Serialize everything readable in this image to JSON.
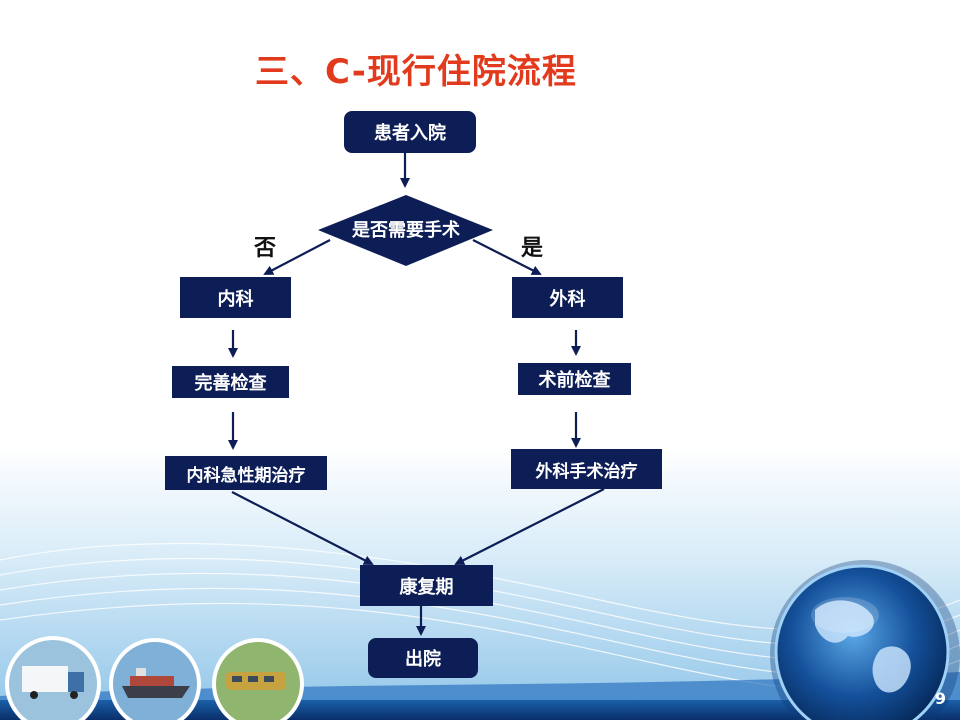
{
  "slide": {
    "title": "三、C-现行住院流程",
    "page_number": "9"
  },
  "flowchart": {
    "start": "患者入院",
    "decision": "是否需要手术",
    "branch_no": "否",
    "branch_yes": "是",
    "left_branch": [
      "内科",
      "完善检查",
      "内科急性期治疗"
    ],
    "right_branch": [
      "外科",
      "术前检查",
      "外科手术治疗"
    ],
    "merge": "康复期",
    "end": "出院"
  },
  "colors": {
    "title": "#e23a1c",
    "node_fill": "#0d1e57",
    "arrow": "#0d1e57",
    "background_wave": "#cfe6f7"
  },
  "decorations": {
    "left_icons": [
      "truck-photo-icon",
      "ship-photo-icon",
      "train-photo-icon"
    ],
    "right_icon": "globe-icon"
  }
}
